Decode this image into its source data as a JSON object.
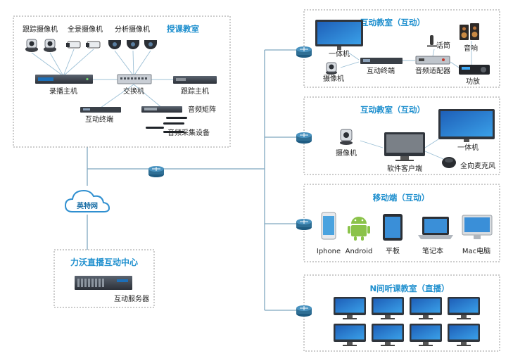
{
  "teaching_room": {
    "title": "授课教室",
    "track_cam": "跟踪摄像机",
    "pano_cam": "全景摄像机",
    "analysis_cam": "分析摄像机",
    "recorder": "录播主机",
    "switch": "交换机",
    "tracker": "跟踪主机",
    "terminal": "互动终端",
    "audio_matrix": "音频矩阵",
    "audio_capture": "音频采集设备"
  },
  "cloud": {
    "label": "英特网"
  },
  "center": {
    "title": "力沃直播互动中心",
    "server": "互动服务器"
  },
  "room_a": {
    "title": "互动教室（互动）",
    "aio": "一体机",
    "camera": "摄像机",
    "terminal": "互动终端",
    "mic": "话筒",
    "adapter": "音频适配器",
    "speaker": "音响",
    "amp": "功放"
  },
  "room_b": {
    "title": "互动教室（互动）",
    "camera": "摄像机",
    "client": "软件客户端",
    "aio": "一体机",
    "mic": "全向麦克风"
  },
  "mobile": {
    "title": "移动端（互动）",
    "devices": [
      "Iphone",
      "Android",
      "平板",
      "笔记本",
      "Mac电脑"
    ]
  },
  "listen": {
    "title": "N间听课教室（直播）"
  },
  "colors": {
    "accent": "#1e8fce",
    "router": "#2f6f95",
    "link": "#7fa7bf"
  }
}
